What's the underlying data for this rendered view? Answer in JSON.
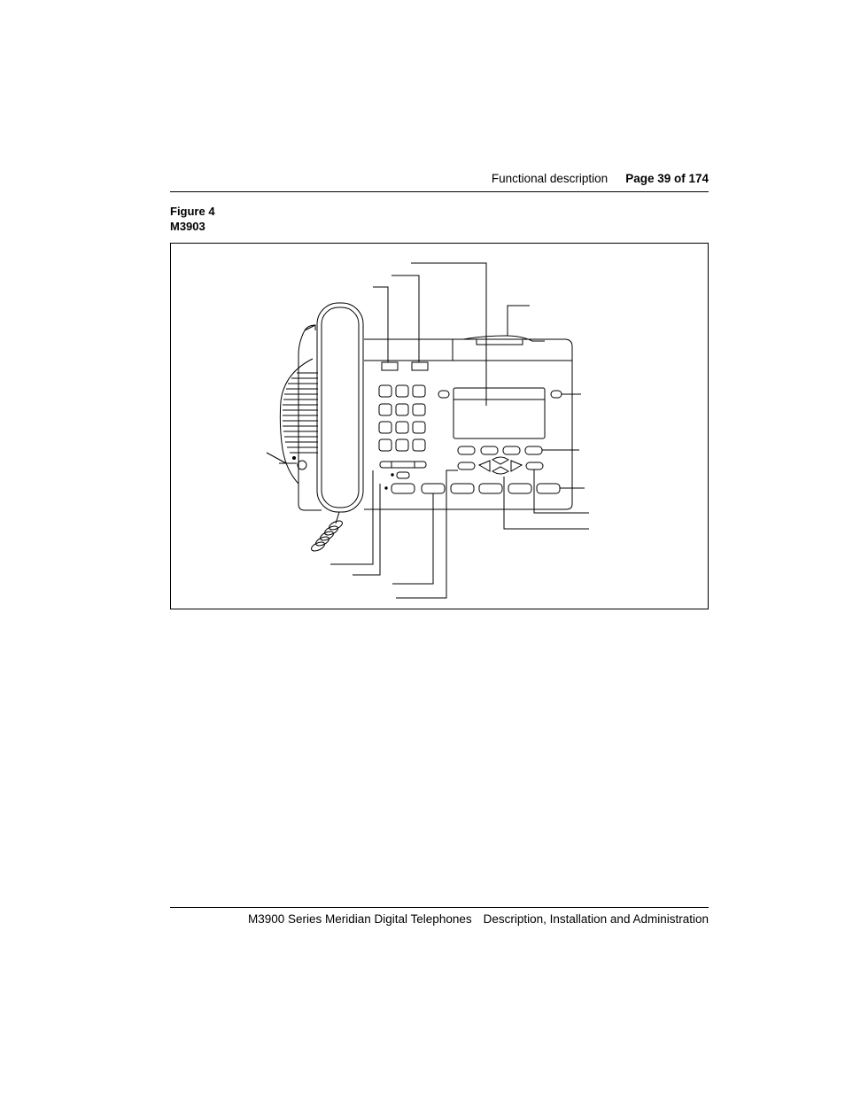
{
  "header": {
    "section": "Functional description",
    "page": "Page 39 of 174"
  },
  "figure": {
    "number": "Figure 4",
    "title": "M3903"
  },
  "footer": {
    "series": "M3900 Series Meridian Digital Telephones",
    "doc": "Description, Installation and Administration"
  }
}
